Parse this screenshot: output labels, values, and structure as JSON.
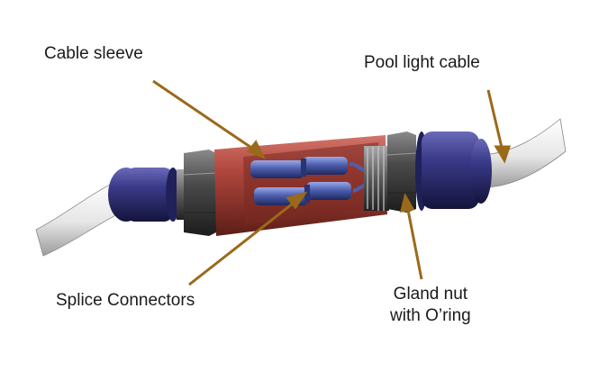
{
  "diagram": {
    "labels": {
      "cable_sleeve": "Cable sleeve",
      "pool_light_cable": "Pool light cable",
      "splice_connectors": "Splice Connectors",
      "gland_nut_line1": "Gland nut",
      "gland_nut_line2": "with O’ring"
    },
    "colors": {
      "leader_line": "#9a6a1a",
      "sleeve": "#b0473d",
      "gland_cap": "#2a2a6e",
      "hex_nut": "#3a3a3a",
      "cable": "#e8e8e8",
      "connector": "#4d5fae"
    }
  }
}
